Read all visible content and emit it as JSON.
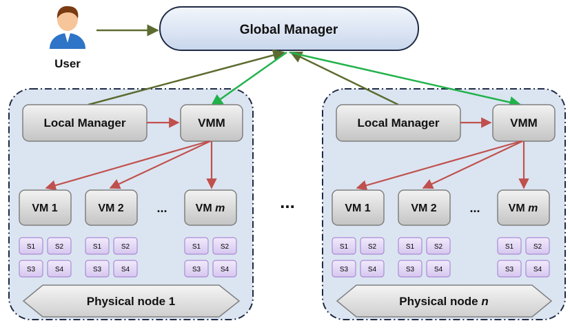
{
  "user": {
    "label": "User",
    "icon": "user-icon"
  },
  "global_manager": {
    "label": "Global Manager"
  },
  "between_nodes": "...",
  "nodes": [
    {
      "local_manager": "Local Manager",
      "vmm": "VMM",
      "vms": [
        {
          "label": "VM 1",
          "services": [
            "S1",
            "S2",
            "S3",
            "S4"
          ]
        },
        {
          "label": "VM 2",
          "services": [
            "S1",
            "S2",
            "S3",
            "S4"
          ]
        },
        {
          "label": "VM",
          "suffix": "m",
          "services": [
            "S1",
            "S2",
            "S3",
            "S4"
          ]
        }
      ],
      "vm_ellipsis": "...",
      "physical_node": {
        "label": "Physical node",
        "suffix": "1"
      }
    },
    {
      "local_manager": "Local Manager",
      "vmm": "VMM",
      "vms": [
        {
          "label": "VM 1",
          "services": [
            "S1",
            "S2",
            "S3",
            "S4"
          ]
        },
        {
          "label": "VM 2",
          "services": [
            "S1",
            "S2",
            "S3",
            "S4"
          ]
        },
        {
          "label": "VM",
          "suffix": "m",
          "services": [
            "S1",
            "S2",
            "S3",
            "S4"
          ]
        }
      ],
      "vm_ellipsis": "...",
      "physical_node": {
        "label": "Physical node",
        "suffix": "n"
      }
    }
  ],
  "colors": {
    "node_background": "#dbe5f1",
    "node_border": "#1f2a44",
    "box_fill": "#d9d9d9",
    "box_stroke": "#7f7f7f",
    "service_fill": "#e5dcf4",
    "service_stroke": "#a98bd6",
    "global_fill": "#dde6f3",
    "arrow_olive": "#5c6b2f",
    "arrow_green": "#21b24b",
    "arrow_red": "#c0504d"
  }
}
